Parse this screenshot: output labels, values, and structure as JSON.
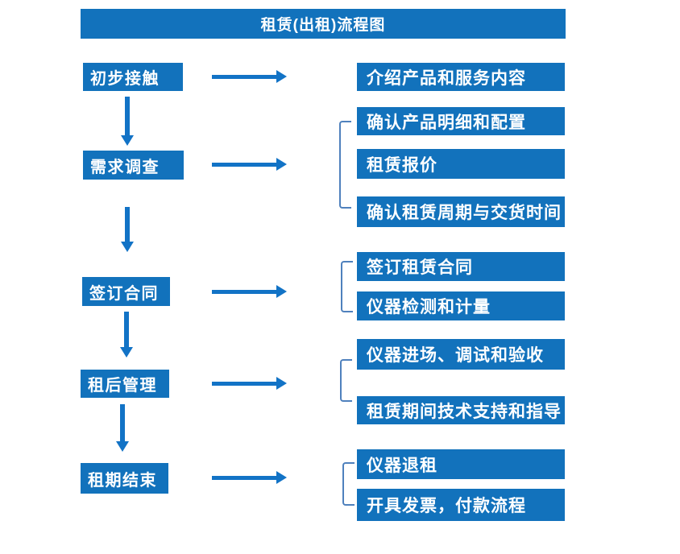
{
  "title": "租赁(出租)流程图",
  "colors": {
    "box_blue": "#1272bc",
    "arrow_blue": "#1273c6",
    "bracket_blue": "#4f81bd",
    "text": "#ffffff",
    "background": "#ffffff"
  },
  "stages": [
    {
      "label": "初步接触",
      "outputs": [
        "介绍产品和服务内容"
      ]
    },
    {
      "label": "需求调查",
      "outputs": [
        "确认产品明细和配置",
        "租赁报价",
        "确认租赁周期与交货时间"
      ]
    },
    {
      "label": "签订合同",
      "outputs": [
        "签订租赁合同",
        "仪器检测和计量"
      ]
    },
    {
      "label": "租后管理",
      "outputs": [
        "仪器进场、调试和验收",
        "租赁期间技术支持和指导"
      ]
    },
    {
      "label": "租期结束",
      "outputs": [
        "仪器退租",
        "开具发票，付款流程"
      ]
    }
  ]
}
